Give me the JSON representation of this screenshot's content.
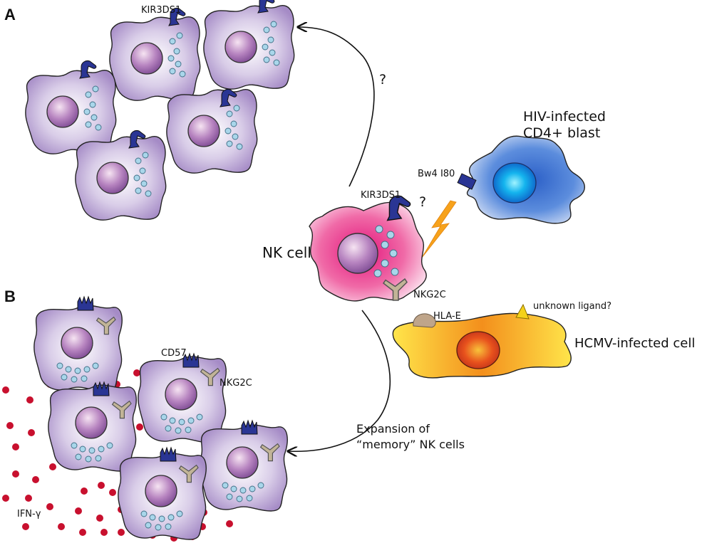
{
  "panel_a": "A",
  "panel_b": "B",
  "labels": {
    "kir_top": "KIR3DS1",
    "kir_center": "KIR3DS1",
    "question_top": "?",
    "question_mid": "?",
    "bw4": "Bw4 I80",
    "hiv_line1": "HIV-infected",
    "hiv_line2": "CD4+ blast",
    "nk_cell": "NK cell",
    "nkg2c_center": "NKG2C",
    "hla_e": "HLA-E",
    "unknown_ligand": "unknown ligand?",
    "hcmv": "HCMV-infected cell",
    "cd57": "CD57",
    "nkg2c_b": "NKG2C",
    "expansion_line1": "Expansion of",
    "expansion_line2": "“memory” NK cells",
    "ifn": "IFN-γ"
  },
  "colors": {
    "nk_purple": "#b39bd0",
    "nk_pink": "#e9408a",
    "hiv_blue": "#2f6fd6",
    "hcmv_orange": "#f39a1e",
    "receptor_blue": "#27338f",
    "nkg2c_tan": "#b9a98a",
    "granule": "#9fd0e6",
    "ifn_red": "#c8102e",
    "lightning": "#f7a21b"
  }
}
